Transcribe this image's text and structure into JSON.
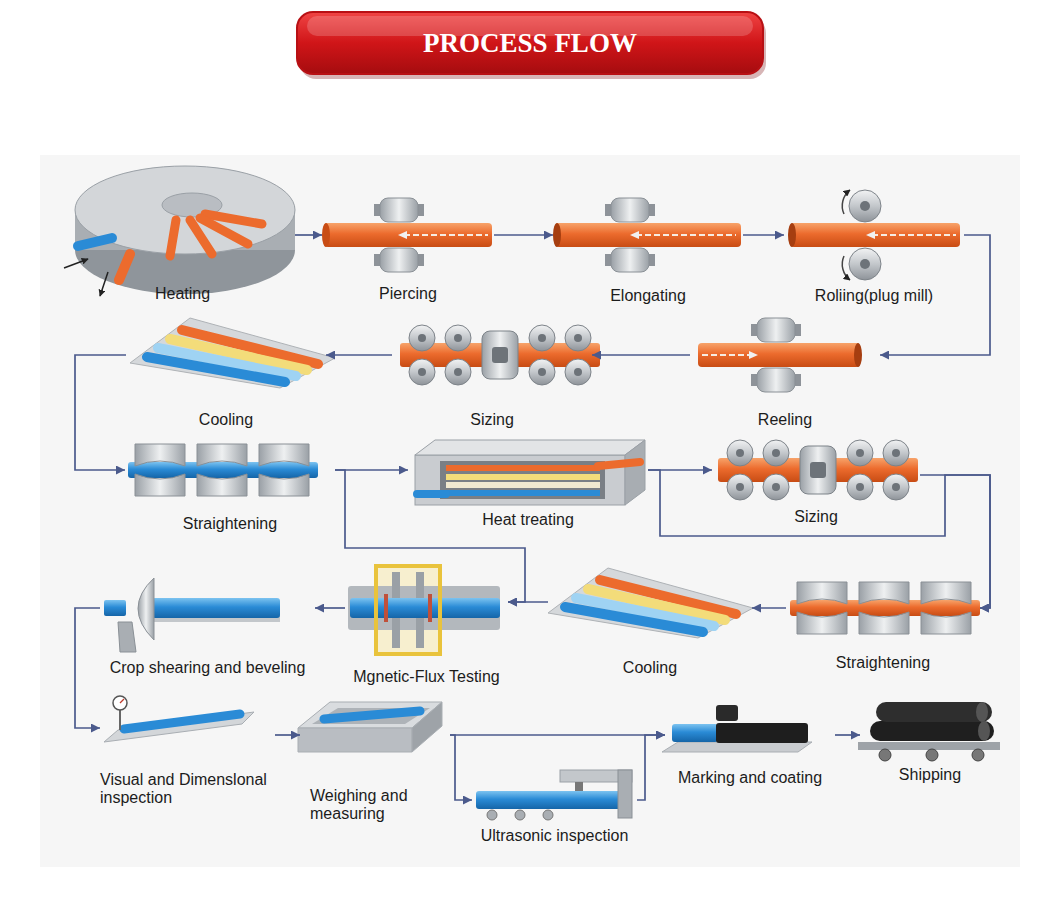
{
  "diagram": {
    "title": "PROCESS FLOW",
    "nodes": [
      {
        "text": [
          "Heating"
        ]
      },
      {
        "text": [
          "Piercing"
        ]
      },
      {
        "text": [
          "Elongating"
        ]
      },
      {
        "text": [
          "Roliing(plug mill)"
        ]
      },
      {
        "text": [
          "Reeling"
        ]
      },
      {
        "text": [
          "Sizing"
        ]
      },
      {
        "text": [
          "Cooling"
        ]
      },
      {
        "text": [
          "Straightening"
        ]
      },
      {
        "text": [
          "Heat treating"
        ]
      },
      {
        "text": [
          "Sizing"
        ]
      },
      {
        "text": [
          "Straightening"
        ]
      },
      {
        "text": [
          "Cooling"
        ]
      },
      {
        "text": [
          "Mgnetic-Flux Testing"
        ]
      },
      {
        "text": [
          "Crop shearing and beveling"
        ]
      },
      {
        "text": [
          "Visual and Dimenslonal inspection"
        ]
      },
      {
        "text": [
          "Weighing and measuring"
        ]
      },
      {
        "text": [
          "Ultrasonic inspection"
        ]
      },
      {
        "text": [
          "Marking and coating"
        ]
      },
      {
        "text": [
          "Shipping"
        ]
      }
    ],
    "edges": [
      {
        "from": 0,
        "to": 1,
        "arrow": "to"
      },
      {
        "from": 1,
        "to": 2,
        "arrow": "to"
      },
      {
        "from": 2,
        "to": 3,
        "arrow": "to"
      },
      {
        "from": 3,
        "to": 4,
        "arrow": "to"
      },
      {
        "from": 4,
        "to": 5,
        "arrow": "to"
      },
      {
        "from": 5,
        "to": 6,
        "arrow": "to"
      },
      {
        "from": 6,
        "to": 7,
        "arrow": "to"
      },
      {
        "from": 7,
        "to": 8,
        "arrow": "to"
      },
      {
        "from": 7,
        "to": 12,
        "arrow": "to"
      },
      {
        "from": 8,
        "to": 9,
        "arrow": "to"
      },
      {
        "from": 8,
        "to": 10,
        "arrow": "to"
      },
      {
        "from": 9,
        "to": 10,
        "arrow": "to"
      },
      {
        "from": 10,
        "to": 11,
        "arrow": "to"
      },
      {
        "from": 11,
        "to": 12,
        "arrow": "to"
      },
      {
        "from": 12,
        "to": 13,
        "arrow": "to"
      },
      {
        "from": 13,
        "to": 14,
        "arrow": "to"
      },
      {
        "from": 14,
        "to": 15,
        "arrow": "to"
      },
      {
        "from": 15,
        "to": 17,
        "arrow": "to"
      },
      {
        "from": 15,
        "to": 16,
        "arrow": "to"
      },
      {
        "from": 16,
        "to": 17,
        "arrow": "to"
      },
      {
        "from": 17,
        "to": 18,
        "arrow": "to"
      }
    ]
  }
}
